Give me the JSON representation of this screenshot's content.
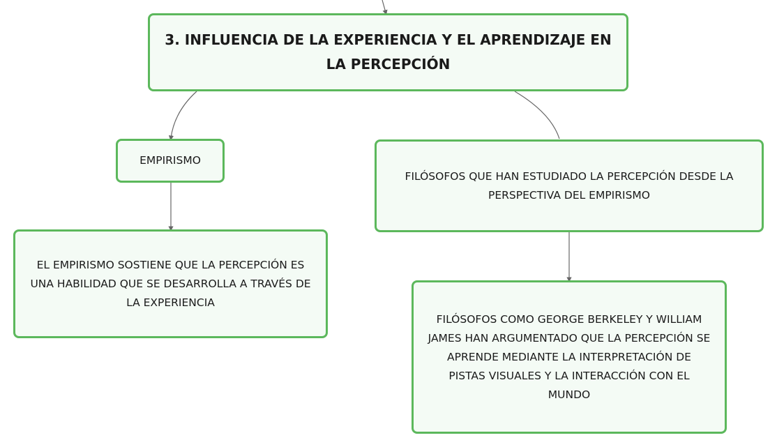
{
  "colors": {
    "node_border": "#5cb85c",
    "node_fill": "#f4fbf5",
    "connector": "#666666",
    "text": "#1a1a1a"
  },
  "nodes": {
    "root": "3. INFLUENCIA DE LA EXPERIENCIA Y EL APRENDIZAJE EN LA PERCEPCIÓN",
    "empirismo": "EMPIRISMO",
    "empirismo_detail": "EL EMPIRISMO SOSTIENE QUE LA PERCEPCIÓN ES UNA HABILIDAD QUE SE DESARROLLA A TRAVÉS DE LA EXPERIENCIA",
    "filosofos": "FILÓSOFOS QUE HAN ESTUDIADO LA PERCEPCIÓN DESDE LA PERSPECTIVA DEL EMPIRISMO",
    "filosofos_detail": "FILÓSOFOS COMO GEORGE BERKELEY Y WILLIAM JAMES HAN ARGUMENTADO QUE LA PERCEPCIÓN SE APRENDE MEDIANTE LA INTERPRETACIÓN DE PISTAS VISUALES Y LA INTERACCIÓN CON EL MUNDO"
  }
}
